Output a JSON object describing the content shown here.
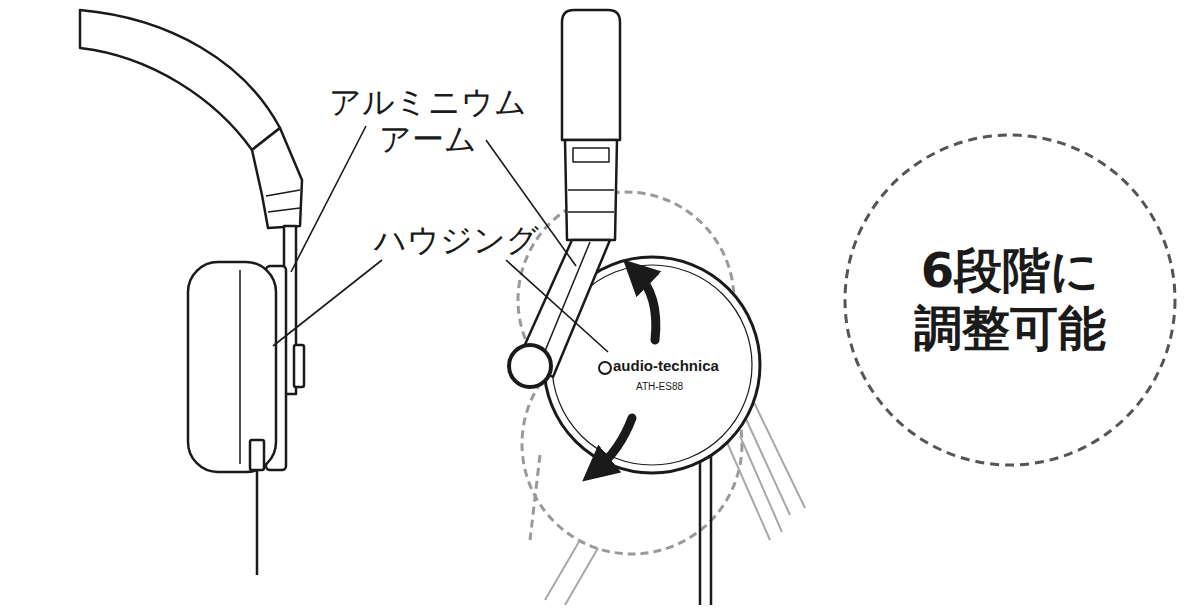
{
  "diagram": {
    "nodes": [
      {
        "text": [
          "6段階に 調整可能"
        ]
      }
    ],
    "labels": [
      "アルミニウム アーム",
      "ハウジング",
      "audio-technica",
      "ATH-ES88"
    ]
  }
}
